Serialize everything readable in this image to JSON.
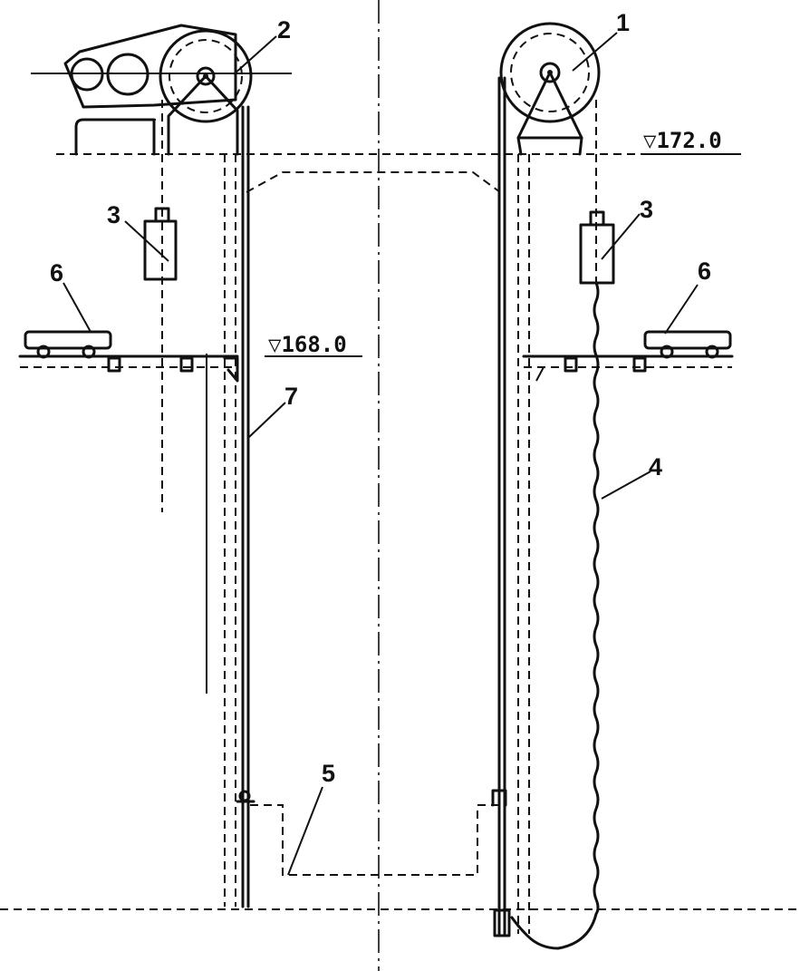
{
  "elevations": {
    "top": "▽172.0",
    "platform": "▽168.0"
  },
  "labels": {
    "l1": "1",
    "l2": "2",
    "l3_left": "3",
    "l3_right": "3",
    "l4": "4",
    "l5": "5",
    "l6_left": "6",
    "l6_right": "6",
    "l7": "7"
  }
}
